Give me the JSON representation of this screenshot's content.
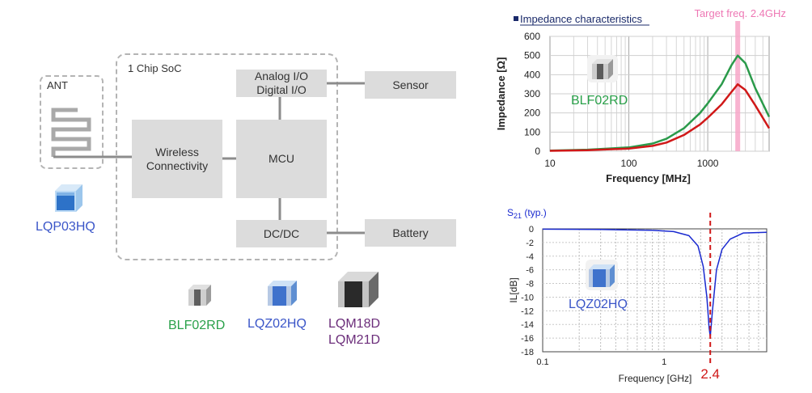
{
  "block_diagram": {
    "soc_label": "1 Chip SoC",
    "ant_label": "ANT",
    "wireless_label": "Wireless\nConnectivity",
    "mcu_label": "MCU",
    "analog_label": "Analog I/O\nDigital I/O",
    "dcdc_label": "DC/DC",
    "sensor_label": "Sensor",
    "battery_label": "Battery"
  },
  "parts": {
    "lqp03hq": {
      "name": "LQP03HQ",
      "color": "#3a55c8"
    },
    "blf02rd": {
      "name": "BLF02RD",
      "color": "#2aa14a"
    },
    "lqz02hq": {
      "name": "LQZ02HQ",
      "color": "#3a55c8"
    },
    "lqm": {
      "line1": "LQM18D",
      "line2": "LQM21D",
      "color": "#6b2d7a"
    }
  },
  "chart_data": [
    {
      "type": "line",
      "title": "Impedance characteristics",
      "xlabel": "Frequency [MHz]",
      "ylabel": "Impedance [Ω]",
      "x_scale": "log",
      "xlim": [
        10,
        6000
      ],
      "ylim": [
        0,
        600
      ],
      "x_ticks": [
        "10",
        "100",
        "1000"
      ],
      "y_ticks": [
        "0",
        "100",
        "200",
        "300",
        "400",
        "500",
        "600"
      ],
      "target_label": "Target freq. 2.4GHz",
      "target_x": 2400,
      "part_label": "BLF02RD",
      "grid": true,
      "series": [
        {
          "color": "#2a9a4a",
          "x": [
            10,
            30,
            100,
            200,
            300,
            500,
            800,
            1000,
            1500,
            2000,
            2400,
            3000,
            4000,
            6000
          ],
          "y": [
            3,
            8,
            20,
            40,
            65,
            120,
            200,
            250,
            350,
            450,
            500,
            460,
            330,
            180
          ]
        },
        {
          "color": "#d01818",
          "x": [
            10,
            30,
            100,
            200,
            300,
            500,
            800,
            1000,
            1500,
            2000,
            2400,
            3000,
            4000,
            6000
          ],
          "y": [
            2,
            5,
            14,
            28,
            45,
            85,
            140,
            175,
            245,
            310,
            350,
            320,
            240,
            120
          ]
        }
      ]
    },
    {
      "type": "line",
      "title": "S21 (typ.)",
      "title_main": "S",
      "title_sub": "21",
      "title_suffix": " (typ.)",
      "xlabel": "Frequency  [GHz]",
      "ylabel": "IL[dB]",
      "x_scale": "log",
      "xlim": [
        0.1,
        7
      ],
      "ylim": [
        -18,
        0
      ],
      "x_ticks": [
        "0.1",
        "1"
      ],
      "y_ticks": [
        "0",
        "-2",
        "-4",
        "-6",
        "-8",
        "-10",
        "-12",
        "-14",
        "-16",
        "-18"
      ],
      "marker_label": "2.4",
      "marker_x": 2.4,
      "part_label": "LQZ02HQ",
      "grid": true,
      "series": [
        {
          "color": "#1a2ad0",
          "x": [
            0.1,
            0.3,
            0.8,
            1.2,
            1.6,
            1.9,
            2.1,
            2.25,
            2.35,
            2.4,
            2.5,
            2.7,
            3.0,
            3.5,
            4.5,
            7
          ],
          "y": [
            -0.05,
            -0.1,
            -0.2,
            -0.4,
            -1.0,
            -2.5,
            -5.5,
            -10,
            -14.5,
            -15.8,
            -12,
            -6,
            -3,
            -1.5,
            -0.6,
            -0.5
          ]
        }
      ]
    }
  ]
}
